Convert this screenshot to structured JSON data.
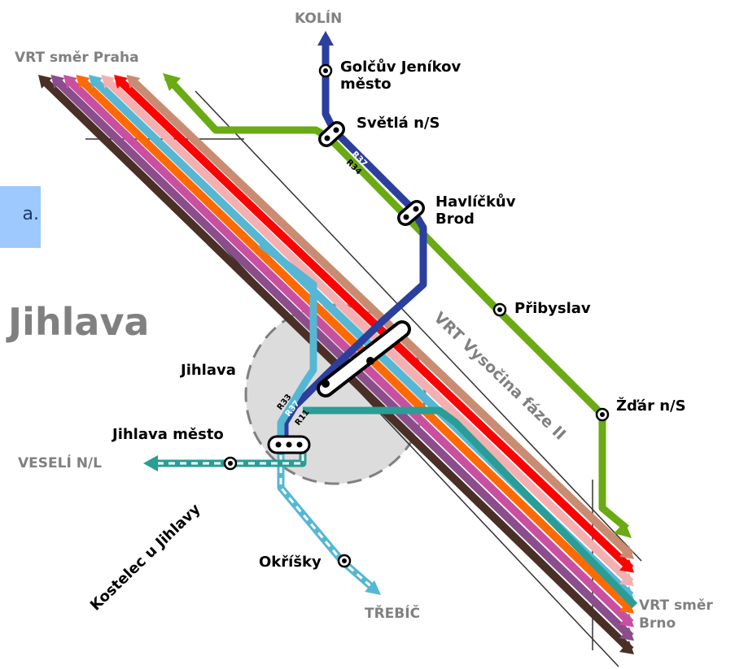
{
  "map": {
    "city_name": "Jihlava",
    "vrt_praha": "VRT směr Praha",
    "vrt_brno_1": "VRT směr",
    "vrt_brno_2": "Brno",
    "vrt_vysocina": "VRT Vysočina fáze II",
    "destinations": {
      "kolin": "KOLÍN",
      "veseli": "VESELÍ N/L",
      "trebic": "TŘEBÍČ"
    },
    "stations": {
      "golcuv_1": "Golčův Jeníkov",
      "golcuv_2": "město",
      "svetla": "Světlá n/S",
      "havlickuv_1": "Havlíčkův",
      "havlickuv_2": "Brod",
      "pribyslav": "Přibyslav",
      "zdar": "Žďár n/S",
      "jihlava": "Jihlava",
      "jihlava_mesto": "Jihlava město",
      "okrisky": "Okříšky",
      "kostelec": "Kostelec u Jihlavy"
    },
    "route_labels": {
      "r37_north": "R37",
      "r34": "R34",
      "r33": "R33",
      "r37_south": "R37",
      "r11": "R11"
    },
    "tooltip_text": "a.",
    "colors": {
      "blue": "#2b3f9e",
      "green": "#6aaa12",
      "teal": "#2a9d96",
      "light_blue": "#55b7d3",
      "gray_label": "#808080",
      "vrt_bundle": [
        "#4a2f27",
        "#8b4d8b",
        "#c94fa0",
        "#ff6a00",
        "#55b7d3",
        "#f4b0b0",
        "#ff0000",
        "#c98c72"
      ]
    }
  }
}
